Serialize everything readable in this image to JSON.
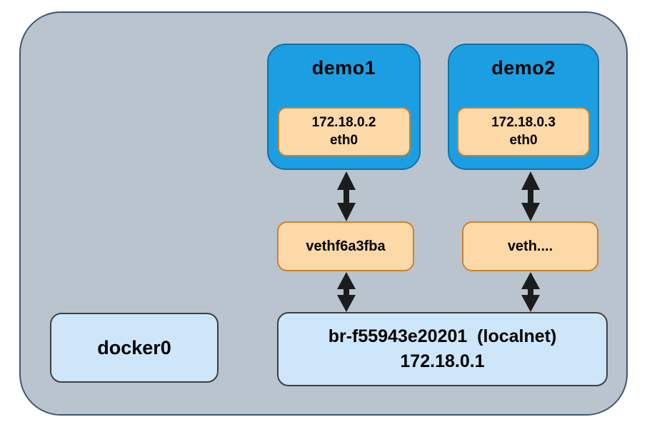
{
  "diagram": {
    "containers": [
      {
        "title": "demo1",
        "ip": "172.18.0.2",
        "iface": "eth0"
      },
      {
        "title": "demo2",
        "ip": "172.18.0.3",
        "iface": "eth0"
      }
    ],
    "veths": [
      {
        "label": "vethf6a3fba"
      },
      {
        "label": "veth...."
      }
    ],
    "bridge": {
      "line1": "br-f55943e20201  (localnet)",
      "line2": "172.18.0.1"
    },
    "docker0_label": "docker0"
  },
  "colors": {
    "host_fill": "#bac4ce",
    "host_border": "#40586c",
    "container_fill": "#1c9fe2",
    "container_border": "#1173a8",
    "iface_fill": "#fcd9a7",
    "iface_border": "#c9832d",
    "bridge_fill": "#cde6fa",
    "bridge_border": "#3f3f3f",
    "arrow": "#1c1c1c",
    "text": "#000000",
    "page_background": "#ffffff"
  }
}
